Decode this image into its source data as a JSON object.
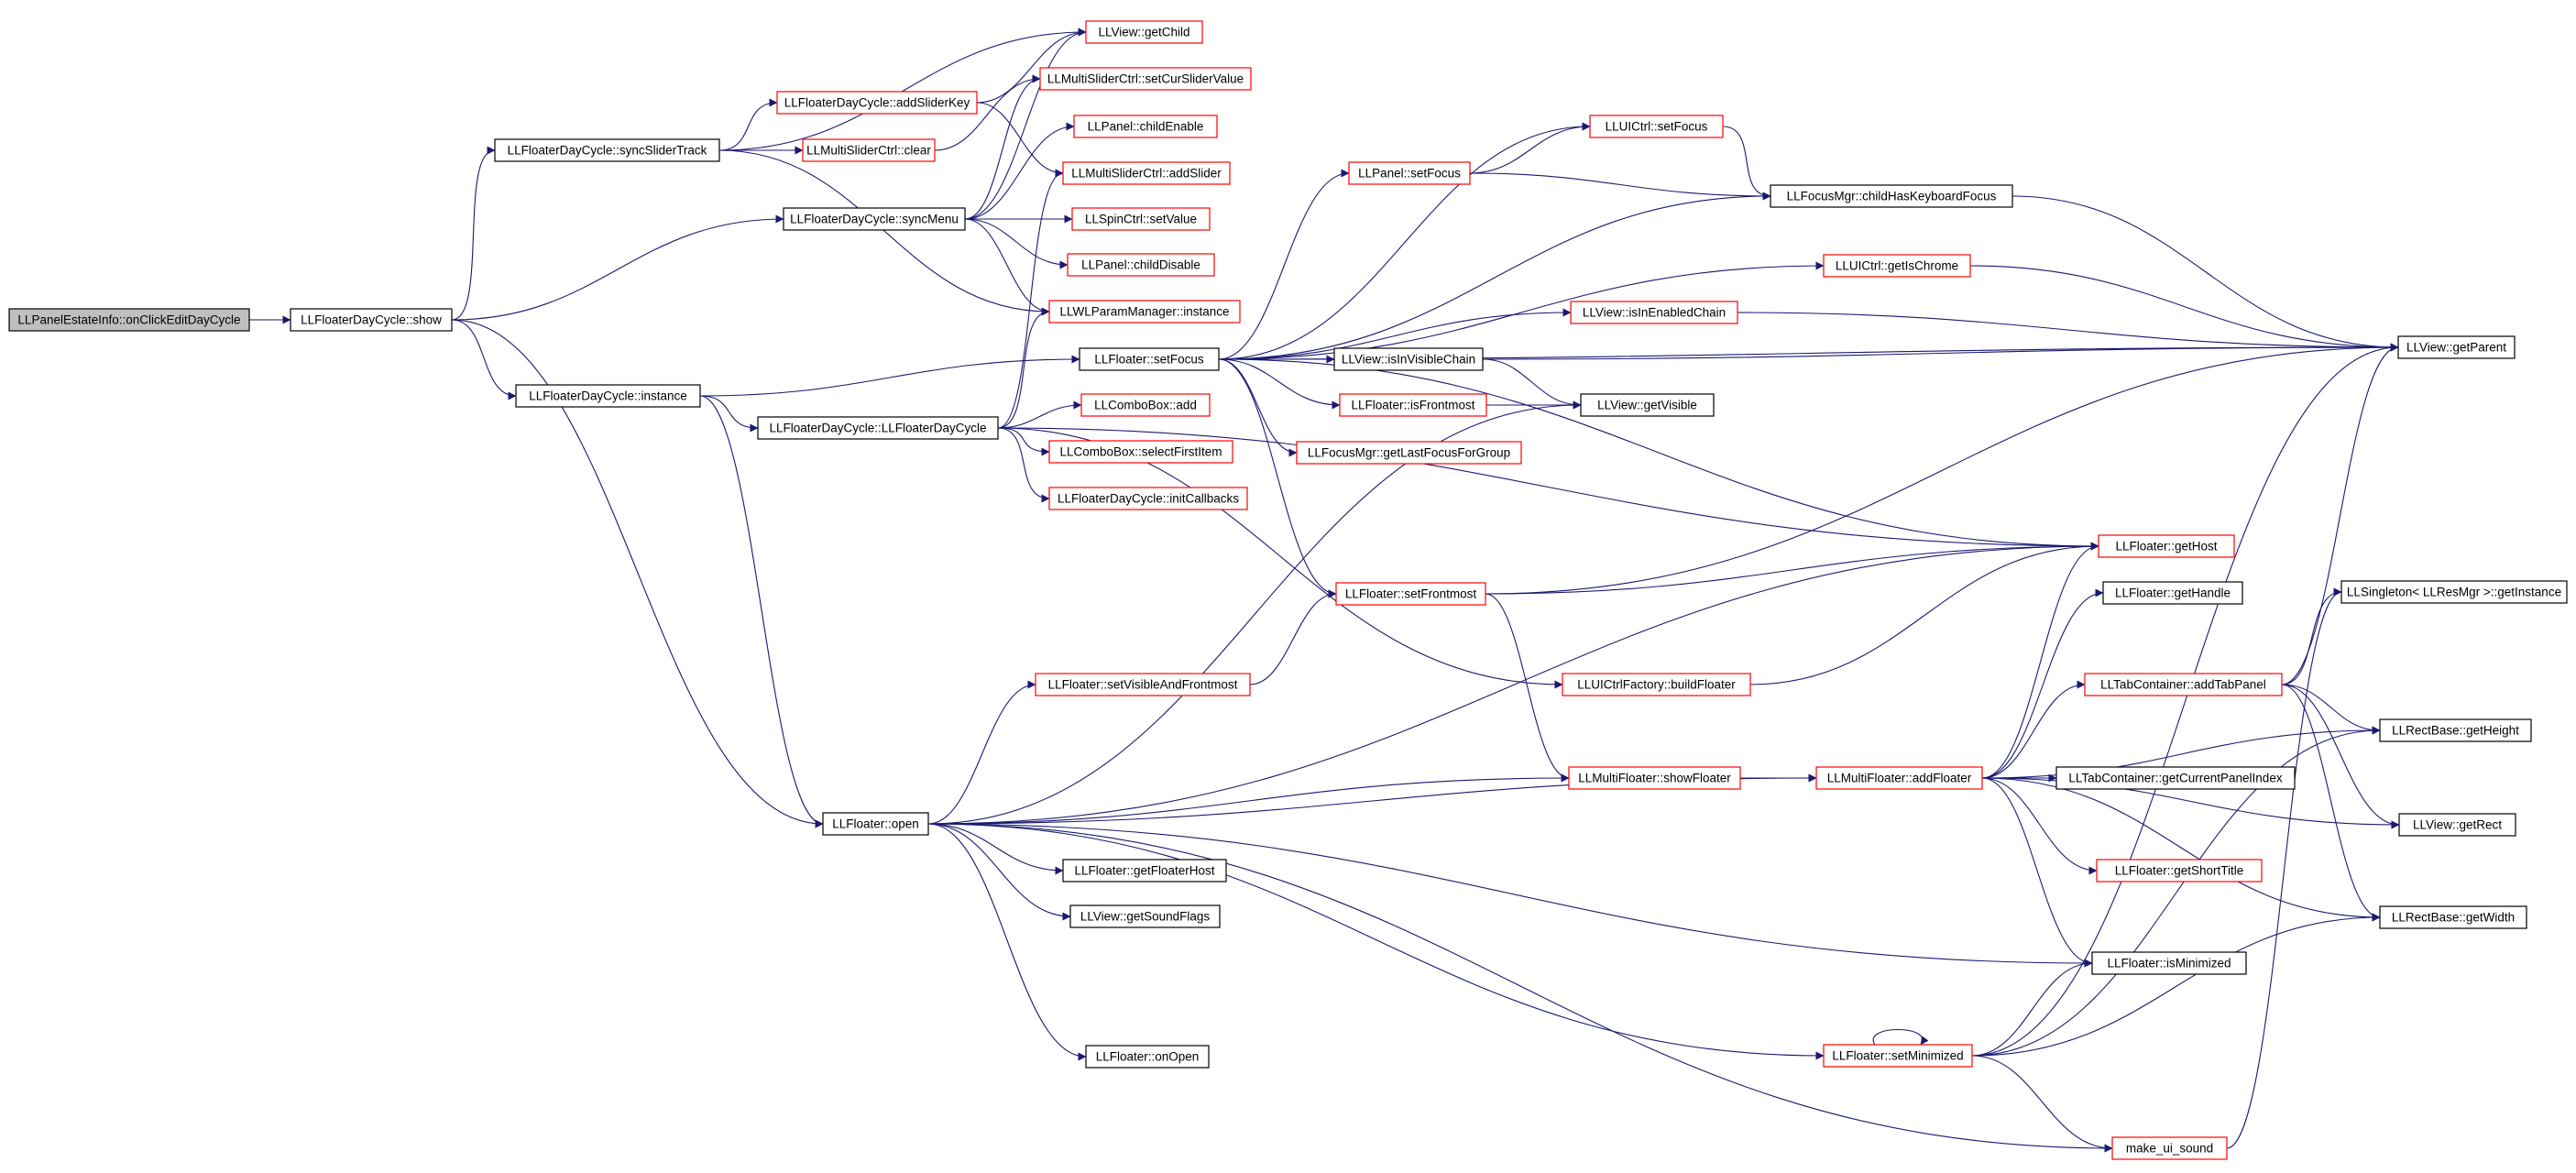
{
  "colors": {
    "edge": "#191970",
    "link_border": "#ff0000",
    "plain_border": "#000000",
    "root_fill": "#bfbfbf",
    "fill": "#ffffff"
  },
  "nodes": [
    {
      "id": "n0",
      "label": "LLPanelEstateInfo::onClickEditDayCycle",
      "kind": "root"
    },
    {
      "id": "n1",
      "label": "LLFloaterDayCycle::show",
      "kind": "plain"
    },
    {
      "id": "n2",
      "label": "LLFloaterDayCycle::syncSliderTrack",
      "kind": "plain"
    },
    {
      "id": "n3",
      "label": "LLFloaterDayCycle::syncMenu",
      "kind": "plain"
    },
    {
      "id": "n4",
      "label": "LLFloaterDayCycle::instance",
      "kind": "plain"
    },
    {
      "id": "n5",
      "label": "LLFloater::open",
      "kind": "plain"
    },
    {
      "id": "n6",
      "label": "LLView::getChild",
      "kind": "red"
    },
    {
      "id": "n7",
      "label": "LLFloaterDayCycle::addSliderKey",
      "kind": "red"
    },
    {
      "id": "n8",
      "label": "LLMultiSliderCtrl::setCurSliderValue",
      "kind": "red"
    },
    {
      "id": "n9",
      "label": "LLMultiSliderCtrl::clear",
      "kind": "red"
    },
    {
      "id": "n10",
      "label": "LLPanel::childEnable",
      "kind": "red"
    },
    {
      "id": "n11",
      "label": "LLMultiSliderCtrl::addSlider",
      "kind": "red"
    },
    {
      "id": "n12",
      "label": "LLSpinCtrl::setValue",
      "kind": "red"
    },
    {
      "id": "n13",
      "label": "LLPanel::childDisable",
      "kind": "red"
    },
    {
      "id": "n14",
      "label": "LLWLParamManager::instance",
      "kind": "red"
    },
    {
      "id": "n15",
      "label": "LLFloater::setFocus",
      "kind": "plain"
    },
    {
      "id": "n16",
      "label": "LLFloaterDayCycle::LLFloaterDayCycle",
      "kind": "plain"
    },
    {
      "id": "n17",
      "label": "LLComboBox::add",
      "kind": "red"
    },
    {
      "id": "n18",
      "label": "LLComboBox::selectFirstItem",
      "kind": "red"
    },
    {
      "id": "n19",
      "label": "LLFloaterDayCycle::initCallbacks",
      "kind": "red"
    },
    {
      "id": "n20",
      "label": "LLPanel::setFocus",
      "kind": "red"
    },
    {
      "id": "n21",
      "label": "LLUICtrl::setFocus",
      "kind": "red"
    },
    {
      "id": "n22",
      "label": "LLFocusMgr::childHasKeyboardFocus",
      "kind": "plain"
    },
    {
      "id": "n23",
      "label": "LLUICtrl::getIsChrome",
      "kind": "red"
    },
    {
      "id": "n24",
      "label": "LLView::isInEnabledChain",
      "kind": "red"
    },
    {
      "id": "n25",
      "label": "LLView::isInVisibleChain",
      "kind": "plain"
    },
    {
      "id": "n26",
      "label": "LLFloater::isFrontmost",
      "kind": "red"
    },
    {
      "id": "n27",
      "label": "LLView::getVisible",
      "kind": "plain"
    },
    {
      "id": "n28",
      "label": "LLFocusMgr::getLastFocusForGroup",
      "kind": "red"
    },
    {
      "id": "n29",
      "label": "LLView::getParent",
      "kind": "plain"
    },
    {
      "id": "n30",
      "label": "LLFloater::setFrontmost",
      "kind": "red"
    },
    {
      "id": "n31",
      "label": "LLFloater::getHost",
      "kind": "red"
    },
    {
      "id": "n32",
      "label": "LLFloater::getHandle",
      "kind": "plain"
    },
    {
      "id": "n33",
      "label": "LLSingleton< LLResMgr >::getInstance",
      "kind": "plain"
    },
    {
      "id": "n34",
      "label": "LLFloater::setVisibleAndFrontmost",
      "kind": "red"
    },
    {
      "id": "n35",
      "label": "LLUICtrlFactory::buildFloater",
      "kind": "red"
    },
    {
      "id": "n36",
      "label": "LLTabContainer::addTabPanel",
      "kind": "red"
    },
    {
      "id": "n37",
      "label": "LLRectBase::getHeight",
      "kind": "plain"
    },
    {
      "id": "n38",
      "label": "LLMultiFloater::showFloater",
      "kind": "red"
    },
    {
      "id": "n39",
      "label": "LLMultiFloater::addFloater",
      "kind": "red"
    },
    {
      "id": "n40",
      "label": "LLTabContainer::getCurrentPanelIndex",
      "kind": "plain"
    },
    {
      "id": "n41",
      "label": "LLView::getRect",
      "kind": "plain"
    },
    {
      "id": "n42",
      "label": "LLFloater::getFloaterHost",
      "kind": "plain"
    },
    {
      "id": "n43",
      "label": "LLView::getSoundFlags",
      "kind": "plain"
    },
    {
      "id": "n44",
      "label": "LLFloater::getShortTitle",
      "kind": "red"
    },
    {
      "id": "n45",
      "label": "LLRectBase::getWidth",
      "kind": "plain"
    },
    {
      "id": "n46",
      "label": "LLFloater::isMinimized",
      "kind": "plain"
    },
    {
      "id": "n47",
      "label": "LLFloater::onOpen",
      "kind": "plain"
    },
    {
      "id": "n48",
      "label": "LLFloater::setMinimized",
      "kind": "red"
    },
    {
      "id": "n49",
      "label": "make_ui_sound",
      "kind": "red"
    }
  ],
  "edges": [
    [
      "n0",
      "n1"
    ],
    [
      "n1",
      "n2"
    ],
    [
      "n1",
      "n3"
    ],
    [
      "n1",
      "n4"
    ],
    [
      "n1",
      "n5"
    ],
    [
      "n2",
      "n6"
    ],
    [
      "n2",
      "n7"
    ],
    [
      "n2",
      "n9"
    ],
    [
      "n2",
      "n14"
    ],
    [
      "n7",
      "n6"
    ],
    [
      "n7",
      "n11"
    ],
    [
      "n9",
      "n8"
    ],
    [
      "n3",
      "n6"
    ],
    [
      "n3",
      "n8"
    ],
    [
      "n3",
      "n10"
    ],
    [
      "n3",
      "n12"
    ],
    [
      "n3",
      "n13"
    ],
    [
      "n3",
      "n14"
    ],
    [
      "n4",
      "n15"
    ],
    [
      "n4",
      "n16"
    ],
    [
      "n4",
      "n5"
    ],
    [
      "n16",
      "n14"
    ],
    [
      "n16",
      "n17"
    ],
    [
      "n16",
      "n18"
    ],
    [
      "n16",
      "n19"
    ],
    [
      "n16",
      "n11"
    ],
    [
      "n16",
      "n35"
    ],
    [
      "n16",
      "n31"
    ],
    [
      "n15",
      "n20"
    ],
    [
      "n15",
      "n21"
    ],
    [
      "n15",
      "n22"
    ],
    [
      "n15",
      "n23"
    ],
    [
      "n15",
      "n24"
    ],
    [
      "n15",
      "n25"
    ],
    [
      "n15",
      "n26"
    ],
    [
      "n15",
      "n28"
    ],
    [
      "n15",
      "n30"
    ],
    [
      "n15",
      "n29"
    ],
    [
      "n15",
      "n31"
    ],
    [
      "n20",
      "n21"
    ],
    [
      "n20",
      "n22"
    ],
    [
      "n21",
      "n22"
    ],
    [
      "n22",
      "n29"
    ],
    [
      "n23",
      "n29"
    ],
    [
      "n24",
      "n29"
    ],
    [
      "n25",
      "n29"
    ],
    [
      "n25",
      "n27"
    ],
    [
      "n26",
      "n27"
    ],
    [
      "n30",
      "n31"
    ],
    [
      "n30",
      "n29"
    ],
    [
      "n30",
      "n38"
    ],
    [
      "n34",
      "n30"
    ],
    [
      "n35",
      "n31"
    ],
    [
      "n5",
      "n34"
    ],
    [
      "n5",
      "n31"
    ],
    [
      "n5",
      "n38"
    ],
    [
      "n5",
      "n39"
    ],
    [
      "n5",
      "n27"
    ],
    [
      "n5",
      "n42"
    ],
    [
      "n5",
      "n43"
    ],
    [
      "n5",
      "n46"
    ],
    [
      "n5",
      "n47"
    ],
    [
      "n5",
      "n48"
    ],
    [
      "n5",
      "n49"
    ],
    [
      "n38",
      "n39"
    ],
    [
      "n39",
      "n31"
    ],
    [
      "n39",
      "n32"
    ],
    [
      "n39",
      "n36"
    ],
    [
      "n39",
      "n37"
    ],
    [
      "n39",
      "n40"
    ],
    [
      "n39",
      "n41"
    ],
    [
      "n39",
      "n44"
    ],
    [
      "n39",
      "n45"
    ],
    [
      "n39",
      "n46"
    ],
    [
      "n36",
      "n33"
    ],
    [
      "n36",
      "n37"
    ],
    [
      "n36",
      "n41"
    ],
    [
      "n36",
      "n45"
    ],
    [
      "n36",
      "n29"
    ],
    [
      "n48",
      "n48"
    ],
    [
      "n48",
      "n46"
    ],
    [
      "n48",
      "n29"
    ],
    [
      "n48",
      "n37"
    ],
    [
      "n48",
      "n45"
    ],
    [
      "n48",
      "n49"
    ],
    [
      "n49",
      "n33"
    ]
  ]
}
